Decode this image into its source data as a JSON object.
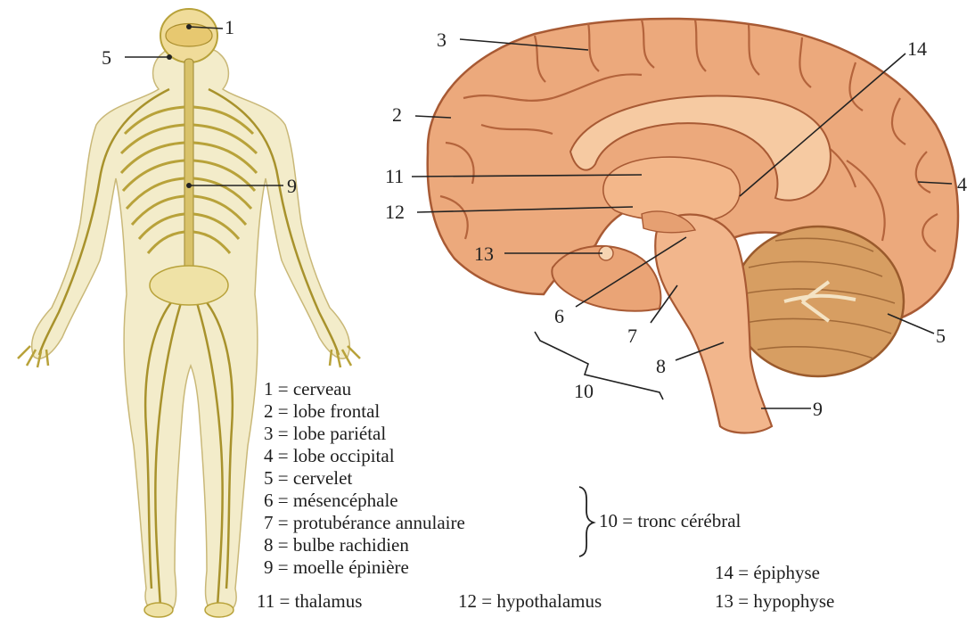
{
  "body_labels": {
    "l1": "1",
    "l5": "5",
    "l9": "9"
  },
  "brain_labels": {
    "l2": "2",
    "l3": "3",
    "l4": "4",
    "l5": "5",
    "l6": "6",
    "l7": "7",
    "l8": "8",
    "l9": "9",
    "l10": "10",
    "l11": "11",
    "l12": "12",
    "l13": "13",
    "l14": "14"
  },
  "legend": {
    "items": [
      "1 = cerveau",
      "2 = lobe frontal",
      "3 = lobe pariétal",
      "4 = lobe occipital",
      "5 = cervelet",
      "6 = mésencéphale",
      "7 = protubérance annulaire",
      "8 = bulbe rachidien",
      "9 = moelle épinière"
    ],
    "group_label": "10 = tronc cérébral",
    "item_14": "14 = épiphyse",
    "item_11": "11 = thalamus",
    "item_12": "12 = hypothalamus",
    "item_13": "13 = hypophyse"
  },
  "colors": {
    "nerve": "#b8a23a",
    "skin": "#f1e8c2",
    "cortex": "#e8a77a",
    "gyri_line": "#b4643c",
    "cerebellum": "#d29a5c"
  }
}
